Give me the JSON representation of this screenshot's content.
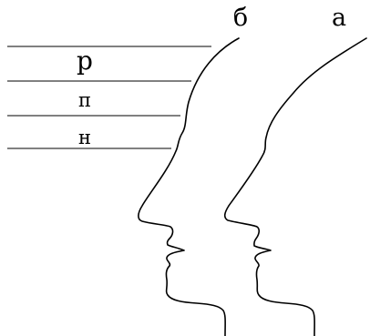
{
  "labels": {
    "profile_b": "б",
    "profile_a": "а",
    "zone_top": "р",
    "zone_middle": "п",
    "zone_bottom": "н"
  }
}
